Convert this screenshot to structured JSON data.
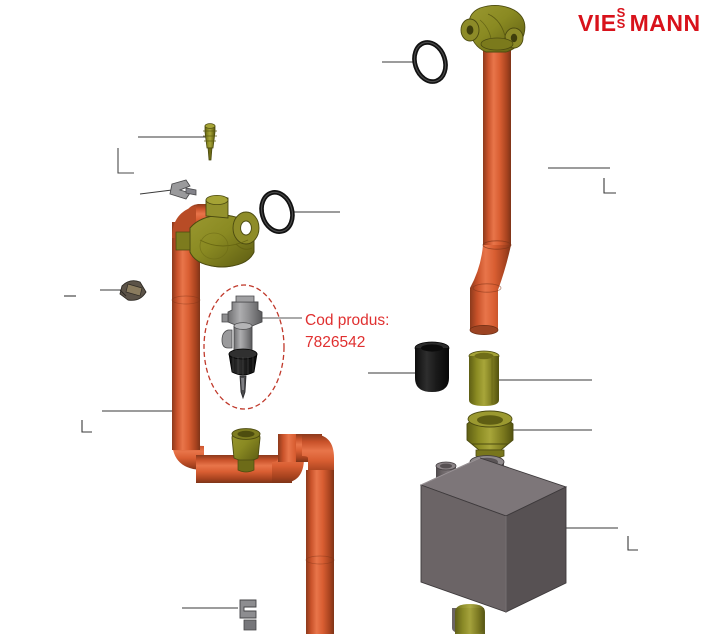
{
  "document": {
    "type": "exploded-parts-diagram",
    "brand": "VIESSMANN",
    "brand_color": "#d8121b",
    "background_color": "#ffffff"
  },
  "annotation": {
    "label": "Cod produs:",
    "part_number": "7826542",
    "color": "#e03030",
    "highlight_shape": "ellipse",
    "highlight_target": "air-vent-valve"
  },
  "palette": {
    "copper_light": "#e4朗",
    "copper": "#d15a2e",
    "copper_highlight": "#e8754a",
    "copper_dark": "#8c3a1c",
    "brass": "#8a8a22",
    "brass_light": "#a8a63a",
    "brass_dark": "#5e5e14",
    "grey_body": "#6b6466",
    "grey_top": "#7d7679",
    "grey_light": "#928b8e",
    "black_part": "#1a1a1a",
    "leader_line": "#3a3a3a"
  },
  "parts": [
    {
      "id": 1,
      "name": "sensor-plug",
      "kind": "brass-sensor",
      "callout": "left"
    },
    {
      "id": 2,
      "name": "retaining-clip",
      "kind": "metal-clip",
      "callout": "left"
    },
    {
      "id": 3,
      "name": "pump-valve-body",
      "kind": "brass-body",
      "callout": "none"
    },
    {
      "id": 4,
      "name": "o-ring-upper-left",
      "kind": "o-ring",
      "callout": "right"
    },
    {
      "id": 5,
      "name": "mounting-bracket",
      "kind": "dark-bracket",
      "callout": "left"
    },
    {
      "id": 6,
      "name": "air-vent-valve",
      "kind": "grey-valve",
      "callout": "right",
      "highlighted": true
    },
    {
      "id": 7,
      "name": "copper-pipe-left",
      "kind": "copper-pipe",
      "callout": "left"
    },
    {
      "id": 8,
      "name": "brass-fitting-pipe",
      "kind": "brass-fitting",
      "callout": "none"
    },
    {
      "id": 9,
      "name": "flange-fitting-top",
      "kind": "brass-flange",
      "callout": "none"
    },
    {
      "id": 10,
      "name": "o-ring-top",
      "kind": "o-ring",
      "callout": "left"
    },
    {
      "id": 11,
      "name": "copper-pipe-right",
      "kind": "copper-pipe",
      "callout": "right"
    },
    {
      "id": 12,
      "name": "rubber-sleeve",
      "kind": "black-sleeve",
      "callout": "left"
    },
    {
      "id": 13,
      "name": "brass-insert",
      "kind": "brass-cylinder",
      "callout": "right"
    },
    {
      "id": 14,
      "name": "brass-hex-nut",
      "kind": "brass-nut",
      "callout": "right"
    },
    {
      "id": 15,
      "name": "heat-exchanger-block",
      "kind": "grey-block",
      "callout": "right"
    },
    {
      "id": 16,
      "name": "lower-clip",
      "kind": "metal-clip",
      "callout": "left"
    }
  ],
  "callouts": [
    {
      "for": "sensor-plug",
      "side": "left"
    },
    {
      "for": "retaining-clip",
      "side": "left"
    },
    {
      "for": "o-ring-upper-left",
      "side": "right"
    },
    {
      "for": "mounting-bracket",
      "side": "left"
    },
    {
      "for": "copper-pipe-left",
      "side": "left"
    },
    {
      "for": "o-ring-top",
      "side": "left"
    },
    {
      "for": "copper-pipe-right",
      "side": "right"
    },
    {
      "for": "rubber-sleeve",
      "side": "left"
    },
    {
      "for": "brass-insert",
      "side": "right"
    },
    {
      "for": "brass-hex-nut",
      "side": "right"
    },
    {
      "for": "heat-exchanger-block",
      "side": "right"
    },
    {
      "for": "lower-clip",
      "side": "left"
    }
  ]
}
